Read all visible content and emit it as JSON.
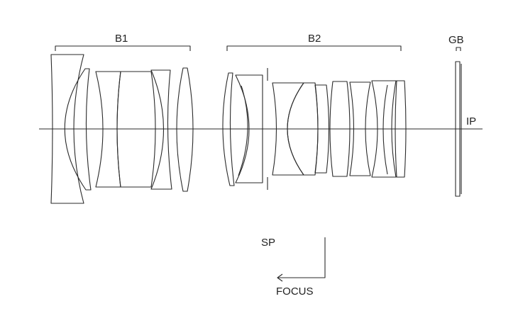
{
  "labels": {
    "group1": "B1",
    "group2": "B2",
    "glass_block": "GB",
    "image_plane": "IP",
    "stop": "SP",
    "focus": "FOCUS"
  },
  "colors": {
    "line": "#2a2a2a",
    "background": "#ffffff"
  }
}
